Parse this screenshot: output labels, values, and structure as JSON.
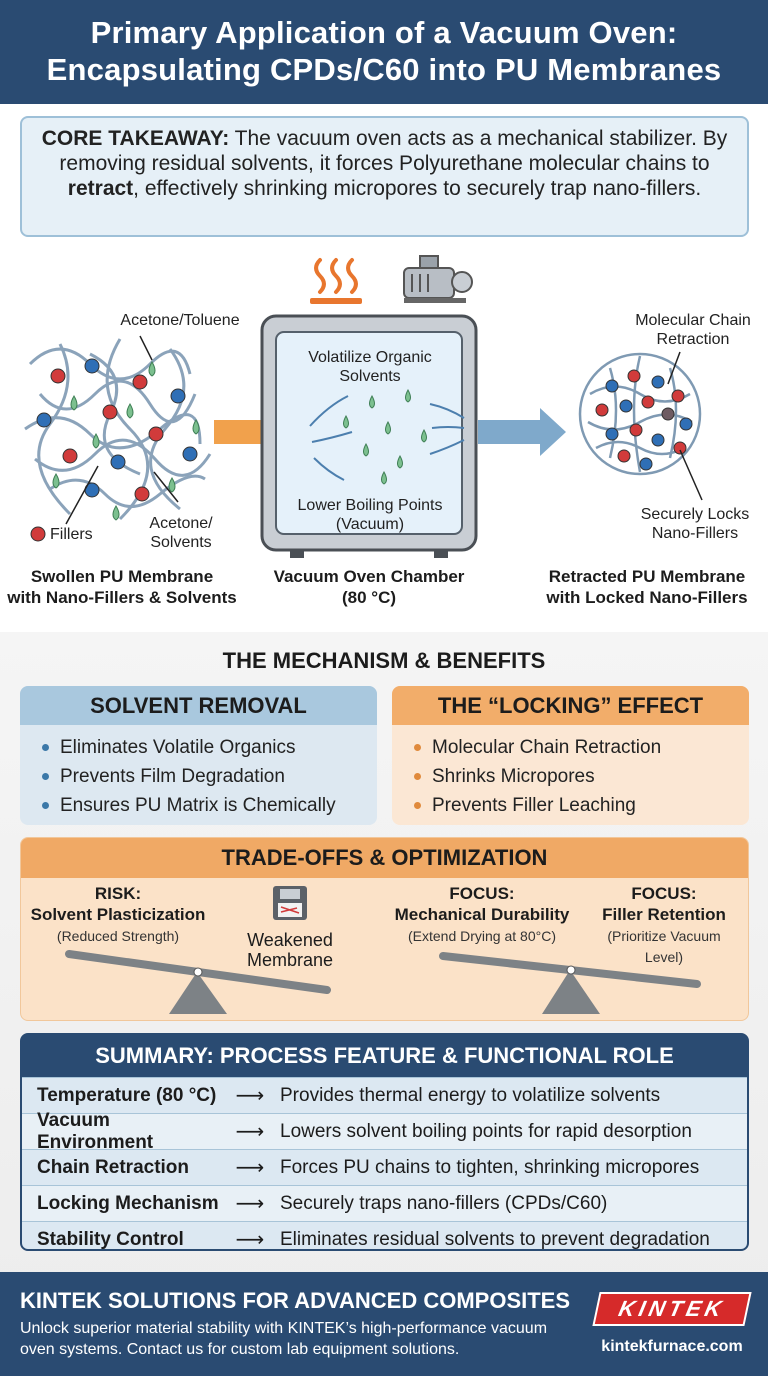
{
  "header": {
    "line1": "Primary Application of a Vacuum Oven:",
    "line2": "Encapsulating CPDs/C60 into PU Membranes"
  },
  "takeaway": {
    "label": "CORE TAKEAWAY:",
    "text1": " The vacuum oven acts as a mechanical stabilizer. By removing residual solvents, it forces Polyurethane molecular chains to ",
    "emphasis": "retract",
    "text2": ", effectively shrinking micropores to securely trap nano-fillers."
  },
  "diagram": {
    "left": {
      "label_top": "Acetone/Toluene",
      "label_fillers": "Fillers",
      "label_solvents": "Acetone/\nSolvents",
      "caption": "Swollen PU Membrane\nwith Nano-Fillers & Solvents"
    },
    "center": {
      "label_top": "Volatilize Organic\nSolvents",
      "label_bottom": "Lower Boiling Points\n(Vacuum)",
      "caption": "Vacuum Oven Chamber\n(80 °C)"
    },
    "right": {
      "label_top": "Molecular Chain\nRetraction",
      "label_bottom": "Securely Locks\nNano-Fillers",
      "caption": "Retracted PU Membrane\nwith Locked Nano-Fillers"
    },
    "icons": [
      "heat-icon",
      "vacuum-pump-icon"
    ],
    "colors": {
      "filler_red": "#d13b3b",
      "filler_blue": "#2f6fb6",
      "solvent_green": "#6fb487",
      "arrow_orange": "#f1a14c",
      "arrow_blue": "#7fa9cb"
    }
  },
  "mechanism": {
    "title": "THE MECHANISM & BENEFITS",
    "solvent_removal": {
      "title": "SOLVENT REMOVAL",
      "items": [
        "Eliminates Volatile Organics",
        "Prevents Film Degradation",
        "Ensures PU Matrix is Chemically Inert"
      ]
    },
    "locking": {
      "title": "THE “LOCKING” EFFECT",
      "items": [
        "Molecular Chain Retraction",
        "Shrinks Micropores",
        "Prevents Filler Leaching"
      ]
    }
  },
  "tradeoffs": {
    "title": "TRADE-OFFS & OPTIMIZATION",
    "risk": {
      "head": "RISK:",
      "name": "Solvent Plasticization",
      "note": "(Reduced Strength)"
    },
    "weak": "Weakened\nMembrane",
    "focus1": {
      "head": "FOCUS:",
      "name": "Mechanical Durability",
      "note": "(Extend Drying at 80°C)"
    },
    "focus2": {
      "head": "FOCUS:",
      "name": "Filler Retention",
      "note": "(Prioritize Vacuum\nLevel)"
    },
    "icons": [
      "floppy-disk-icon"
    ]
  },
  "summary": {
    "title": "SUMMARY: PROCESS FEATURE & FUNCTIONAL ROLE",
    "arrow": "⟶",
    "rows": [
      {
        "feature": "Temperature (80 °C)",
        "role": "Provides thermal energy to volatilize solvents"
      },
      {
        "feature": "Vacuum Environment",
        "role": "Lowers solvent boiling points for rapid desorption"
      },
      {
        "feature": "Chain Retraction",
        "role": "Forces PU chains to tighten, shrinking micropores"
      },
      {
        "feature": "Locking Mechanism",
        "role": "Securely traps nano-fillers (CPDs/C60)"
      },
      {
        "feature": "Stability Control",
        "role": "Eliminates residual solvents to prevent degradation"
      }
    ]
  },
  "footer": {
    "title": "KINTEK SOLUTIONS FOR ADVANCED COMPOSITES",
    "desc": "Unlock superior material stability with KINTEK’s high-performance vacuum oven systems. Contact us for custom lab equipment solutions.",
    "logo": "KINTEK",
    "url": "kintekfurnace.com"
  }
}
